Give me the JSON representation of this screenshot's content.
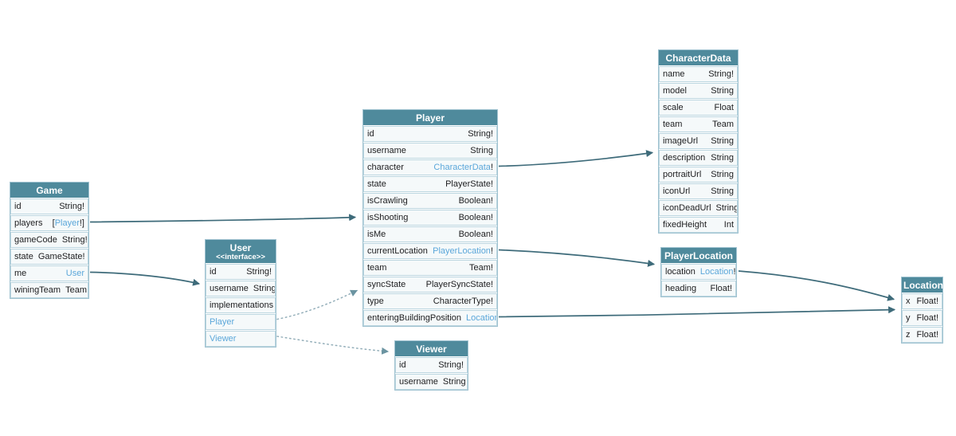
{
  "diagram": {
    "kind": "graphql-schema-diagram",
    "colors": {
      "header_bg": "#4f8a9c",
      "header_text": "#ffffff",
      "row_bg": "#f5f9fa",
      "row_border": "#bcd6e0",
      "outer_border": "#9fc2d0",
      "text": "#1d1d1f",
      "link": "#5ba7da",
      "arrow": "#3e6b7a",
      "dotted_arrow": "#93aeb9"
    },
    "tables": [
      {
        "id": "game",
        "title": "Game",
        "fields": [
          {
            "name": "id",
            "type": [
              {
                "text": "String!",
                "link": false
              }
            ]
          },
          {
            "name": "players",
            "type": [
              {
                "text": "[",
                "link": false
              },
              {
                "text": "Player",
                "link": true
              },
              {
                "text": "!]",
                "link": false
              }
            ]
          },
          {
            "name": "gameCode",
            "type": [
              {
                "text": "String!",
                "link": false
              }
            ]
          },
          {
            "name": "state",
            "type": [
              {
                "text": "GameState!",
                "link": false
              }
            ]
          },
          {
            "name": "me",
            "type": [
              {
                "text": "User",
                "link": true
              }
            ]
          },
          {
            "name": "winingTeam",
            "type": [
              {
                "text": "Team",
                "link": false
              }
            ]
          }
        ]
      },
      {
        "id": "user",
        "title": "User",
        "subtitle": "<<interface>>",
        "fields": [
          {
            "name": "id",
            "type": [
              {
                "text": "String!",
                "link": false
              }
            ]
          },
          {
            "name": "username",
            "type": [
              {
                "text": "String",
                "link": false
              }
            ]
          },
          {
            "name": "implementations"
          },
          {
            "name": "Player",
            "name_link": true
          },
          {
            "name": "Viewer",
            "name_link": true
          }
        ]
      },
      {
        "id": "player",
        "title": "Player",
        "fields": [
          {
            "name": "id",
            "type": [
              {
                "text": "String!",
                "link": false
              }
            ]
          },
          {
            "name": "username",
            "type": [
              {
                "text": "String",
                "link": false
              }
            ]
          },
          {
            "name": "character",
            "type": [
              {
                "text": "CharacterData",
                "link": true
              },
              {
                "text": "!",
                "link": false
              }
            ]
          },
          {
            "name": "state",
            "type": [
              {
                "text": "PlayerState!",
                "link": false
              }
            ]
          },
          {
            "name": "isCrawling",
            "type": [
              {
                "text": "Boolean!",
                "link": false
              }
            ]
          },
          {
            "name": "isShooting",
            "type": [
              {
                "text": "Boolean!",
                "link": false
              }
            ]
          },
          {
            "name": "isMe",
            "type": [
              {
                "text": "Boolean!",
                "link": false
              }
            ]
          },
          {
            "name": "currentLocation",
            "type": [
              {
                "text": "PlayerLocation",
                "link": true
              },
              {
                "text": "!",
                "link": false
              }
            ]
          },
          {
            "name": "team",
            "type": [
              {
                "text": "Team!",
                "link": false
              }
            ]
          },
          {
            "name": "syncState",
            "type": [
              {
                "text": "PlayerSyncState!",
                "link": false
              }
            ]
          },
          {
            "name": "type",
            "type": [
              {
                "text": "CharacterType!",
                "link": false
              }
            ]
          },
          {
            "name": "enteringBuildingPosition",
            "type": [
              {
                "text": "Location",
                "link": true
              }
            ]
          }
        ]
      },
      {
        "id": "viewer",
        "title": "Viewer",
        "fields": [
          {
            "name": "id",
            "type": [
              {
                "text": "String!",
                "link": false
              }
            ]
          },
          {
            "name": "username",
            "type": [
              {
                "text": "String",
                "link": false
              }
            ]
          }
        ]
      },
      {
        "id": "characterdata",
        "title": "CharacterData",
        "fields": [
          {
            "name": "name",
            "type": [
              {
                "text": "String!",
                "link": false
              }
            ]
          },
          {
            "name": "model",
            "type": [
              {
                "text": "String",
                "link": false
              }
            ]
          },
          {
            "name": "scale",
            "type": [
              {
                "text": "Float",
                "link": false
              }
            ]
          },
          {
            "name": "team",
            "type": [
              {
                "text": "Team",
                "link": false
              }
            ]
          },
          {
            "name": "imageUrl",
            "type": [
              {
                "text": "String",
                "link": false
              }
            ]
          },
          {
            "name": "description",
            "type": [
              {
                "text": "String",
                "link": false
              }
            ]
          },
          {
            "name": "portraitUrl",
            "type": [
              {
                "text": "String",
                "link": false
              }
            ]
          },
          {
            "name": "iconUrl",
            "type": [
              {
                "text": "String",
                "link": false
              }
            ]
          },
          {
            "name": "iconDeadUrl",
            "type": [
              {
                "text": "String",
                "link": false
              }
            ]
          },
          {
            "name": "fixedHeight",
            "type": [
              {
                "text": "Int",
                "link": false
              }
            ]
          }
        ]
      },
      {
        "id": "playerlocation",
        "title": "PlayerLocation",
        "fields": [
          {
            "name": "location",
            "type": [
              {
                "text": "Location",
                "link": true
              },
              {
                "text": "!",
                "link": false
              }
            ]
          },
          {
            "name": "heading",
            "type": [
              {
                "text": "Float!",
                "link": false
              }
            ]
          }
        ]
      },
      {
        "id": "location",
        "title": "Location",
        "fields": [
          {
            "name": "x",
            "type": [
              {
                "text": "Float!",
                "link": false
              }
            ]
          },
          {
            "name": "y",
            "type": [
              {
                "text": "Float!",
                "link": false
              }
            ]
          },
          {
            "name": "z",
            "type": [
              {
                "text": "Float!",
                "link": false
              }
            ]
          }
        ]
      }
    ],
    "edges": [
      {
        "id": "game-players-to-player",
        "from": "Game.players",
        "to": "Player",
        "style": "solid"
      },
      {
        "id": "game-me-to-user",
        "from": "Game.me",
        "to": "User",
        "style": "solid"
      },
      {
        "id": "player-character-to-characterdata",
        "from": "Player.character",
        "to": "CharacterData",
        "style": "solid"
      },
      {
        "id": "player-currentlocation-to-playerlocation",
        "from": "Player.currentLocation",
        "to": "PlayerLocation",
        "style": "solid"
      },
      {
        "id": "player-enteringbuildingposition-to-location",
        "from": "Player.enteringBuildingPosition",
        "to": "Location",
        "style": "solid"
      },
      {
        "id": "playerlocation-location-to-location",
        "from": "PlayerLocation.location",
        "to": "Location",
        "style": "solid"
      },
      {
        "id": "user-player-to-player",
        "from": "User.Player",
        "to": "Player",
        "style": "dotted"
      },
      {
        "id": "user-viewer-to-viewer",
        "from": "User.Viewer",
        "to": "Viewer",
        "style": "dotted"
      }
    ]
  }
}
